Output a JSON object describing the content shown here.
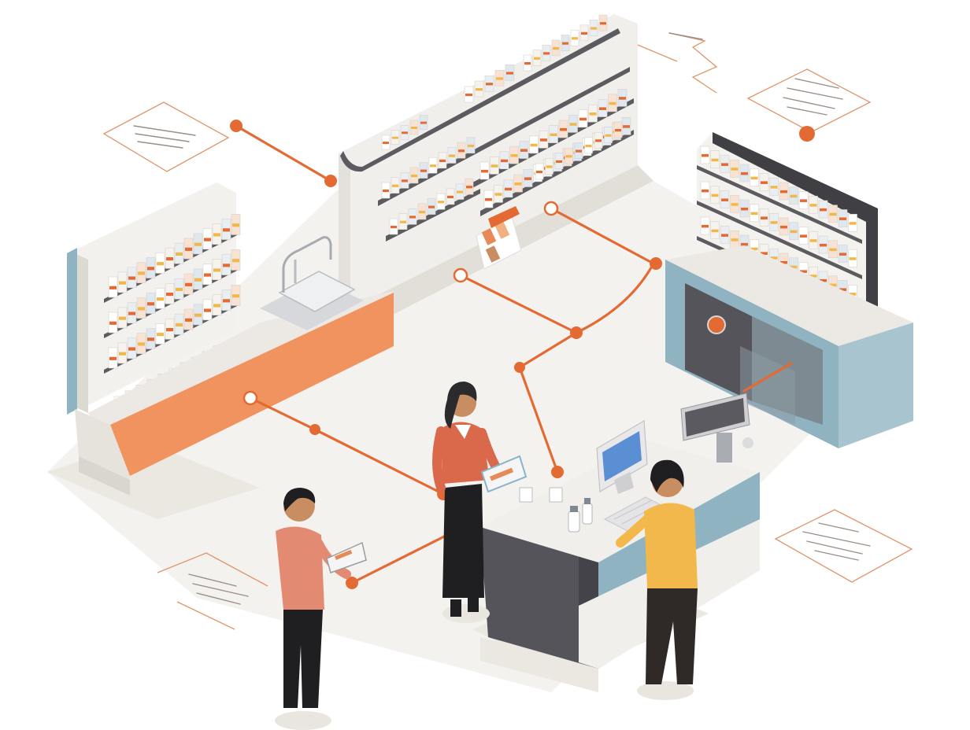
{
  "palette": {
    "accent": "#e46a33",
    "counter_orange": "#f0935f",
    "counter_blue": "#8fb3c0",
    "counter_dark": "#55545a",
    "floor": "#eeebe6",
    "wall": "#f3f1ee"
  },
  "icons": [
    "sink-icon",
    "computer-monitor-icon",
    "card-terminal-icon",
    "keyboard-icon",
    "medicine-bottle-icon",
    "brochure-icon"
  ],
  "people": [
    "customer-left",
    "pharmacist",
    "customer-right"
  ]
}
